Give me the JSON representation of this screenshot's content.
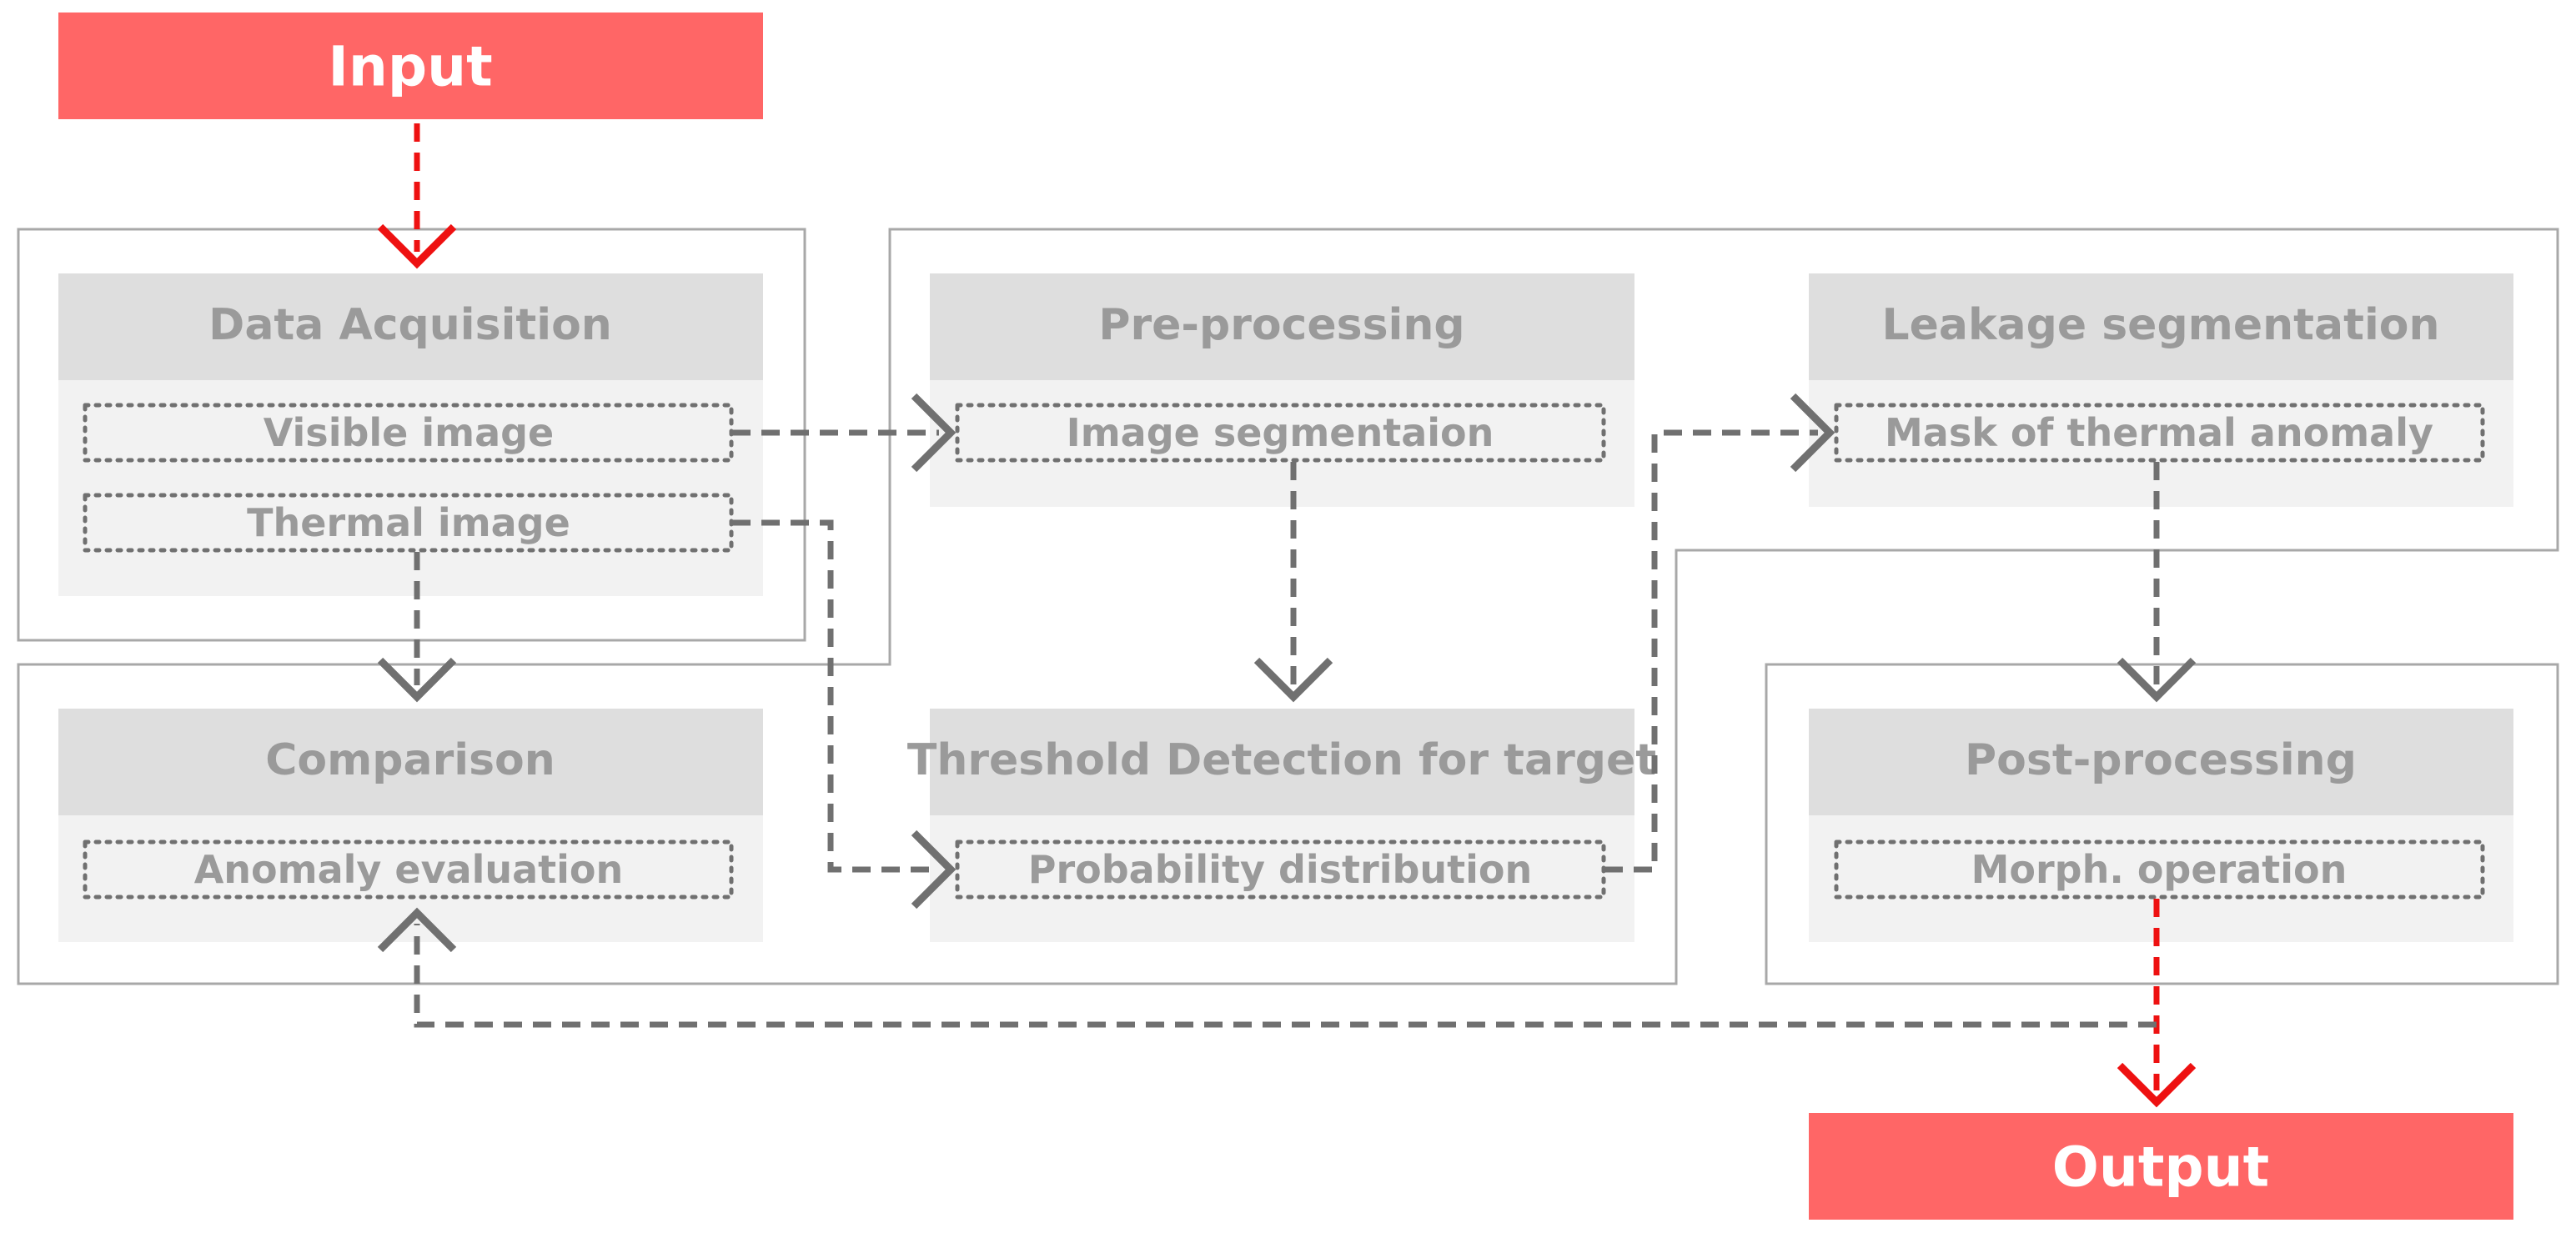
{
  "input": {
    "label": "Input"
  },
  "output": {
    "label": "Output"
  },
  "blocks": {
    "data_acquisition": {
      "title": "Data Acquisition",
      "items": [
        "Visible image",
        "Thermal image"
      ]
    },
    "comparison": {
      "title": "Comparison",
      "items": [
        "Anomaly evaluation"
      ]
    },
    "pre_processing": {
      "title": "Pre-processing",
      "items": [
        "Image segmentaion"
      ]
    },
    "threshold_detection": {
      "title": "Threshold Detection for target",
      "items": [
        "Probability distribution"
      ]
    },
    "leakage_segmentation": {
      "title": "Leakage segmentation",
      "items": [
        "Mask of thermal anomaly"
      ]
    },
    "post_processing": {
      "title": "Post-processing",
      "items": [
        "Morph. operation"
      ]
    }
  },
  "colors": {
    "io_fill": "#ff6666",
    "card_header": "#dedede",
    "card_body": "#f2f2f2",
    "text_gray": "#9a9a9a",
    "arrow_gray": "#707070",
    "arrow_red": "#ee1111",
    "outline": "#a8a8a8"
  }
}
